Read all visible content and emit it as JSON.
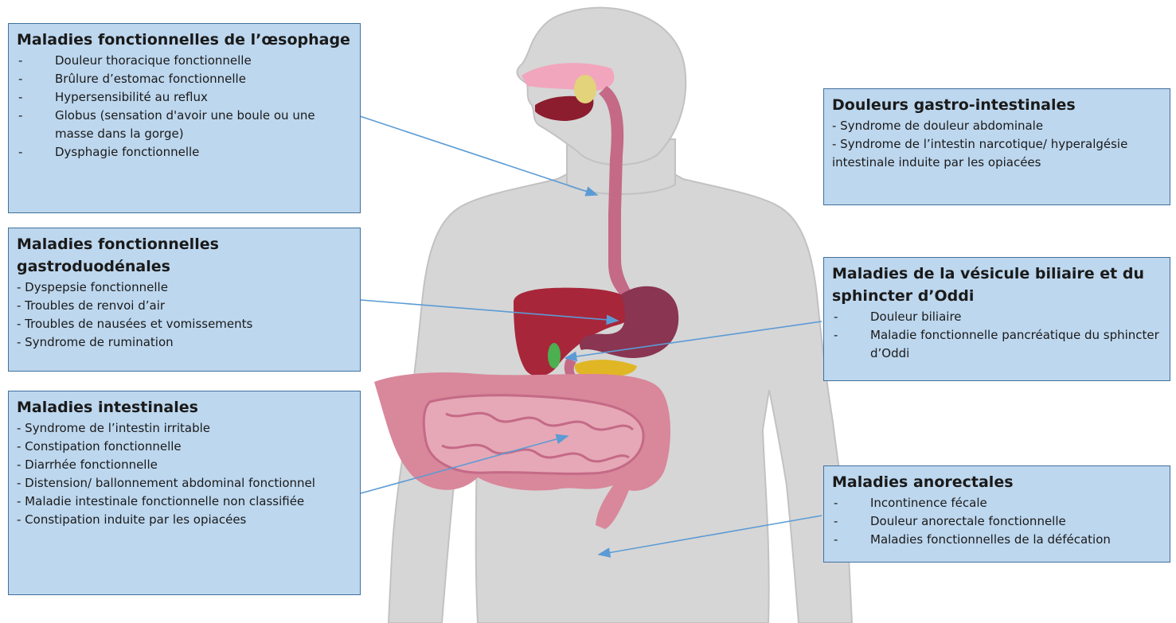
{
  "boxes": {
    "oesophage": {
      "title": "Maladies fonctionnelles de l’œsophage",
      "items": [
        "Douleur thoracique fonctionnelle",
        "Brûlure d’estomac fonctionnelle",
        "Hypersensibilité au reflux",
        "Globus (sensation d'avoir une boule ou une masse dans la gorge)",
        "Dysphagie fonctionnelle"
      ]
    },
    "gastroduodenales": {
      "title": "Maladies fonctionnelles gastroduodénales",
      "items": [
        "- Dyspepsie fonctionnelle",
        "- Troubles de renvoi d’air",
        "- Troubles de nausées et vomissements",
        "- Syndrome de rumination"
      ]
    },
    "intestinales": {
      "title": "Maladies intestinales",
      "items": [
        "- Syndrome de l’intestin irritable",
        "- Constipation fonctionnelle",
        "- Diarrhée fonctionnelle",
        "- Distension/ ballonnement abdominal fonctionnel",
        "- Maladie intestinale fonctionnelle non classifiée",
        "- Constipation induite par les opiacées"
      ]
    },
    "douleurs": {
      "title": "Douleurs gastro-intestinales",
      "items": [
        "- Syndrome de douleur abdominale",
        "- Syndrome de l’intestin narcotique/ hyperalgésie intestinale induite par les opiacées"
      ]
    },
    "vesicule": {
      "title": "Maladies de la vésicule biliaire et du sphincter d’Oddi",
      "items": [
        "Douleur biliaire",
        "Maladie fonctionnelle pancréatique du sphincter d’Oddi"
      ]
    },
    "anorectales": {
      "title": "Maladies anorectales",
      "items": [
        "Incontinence fécale",
        "Douleur anorectale fonctionnelle",
        "Maladies fonctionnelles de la défécation"
      ]
    }
  },
  "colors": {
    "box_fill": "#bdd7ee",
    "box_border": "#41719c",
    "arrow": "#5b9bd5",
    "body": "#d6d6d6"
  }
}
